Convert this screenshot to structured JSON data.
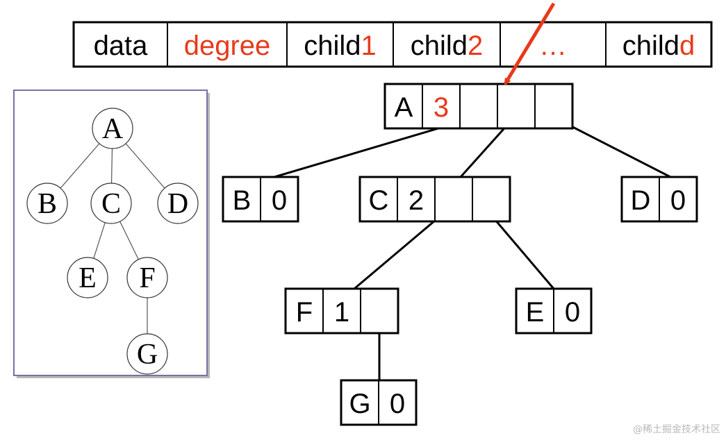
{
  "colors": {
    "line": "#000000",
    "accent": "#e8391a",
    "frame": "#7a6fa8",
    "frame_shadow": "#b7b7b7"
  },
  "header_fields": [
    {
      "base": "data",
      "accent": ""
    },
    {
      "base": "",
      "accent": "degree"
    },
    {
      "base": "child",
      "accent": "1"
    },
    {
      "base": "child",
      "accent": "2"
    },
    {
      "base": "",
      "accent": "…"
    },
    {
      "base": "child",
      "accent": "d"
    }
  ],
  "tree": {
    "nodes": [
      "A",
      "B",
      "C",
      "D",
      "E",
      "F",
      "G"
    ],
    "edges": [
      [
        "A",
        "B"
      ],
      [
        "A",
        "C"
      ],
      [
        "A",
        "D"
      ],
      [
        "C",
        "E"
      ],
      [
        "C",
        "F"
      ],
      [
        "F",
        "G"
      ]
    ]
  },
  "records": [
    {
      "label": "A",
      "degree": "3"
    },
    {
      "label": "B",
      "degree": "0"
    },
    {
      "label": "C",
      "degree": "2"
    },
    {
      "label": "D",
      "degree": "0"
    },
    {
      "label": "F",
      "degree": "1"
    },
    {
      "label": "E",
      "degree": "0"
    },
    {
      "label": "G",
      "degree": "0"
    }
  ],
  "watermark": "@稀土掘金技术社区"
}
